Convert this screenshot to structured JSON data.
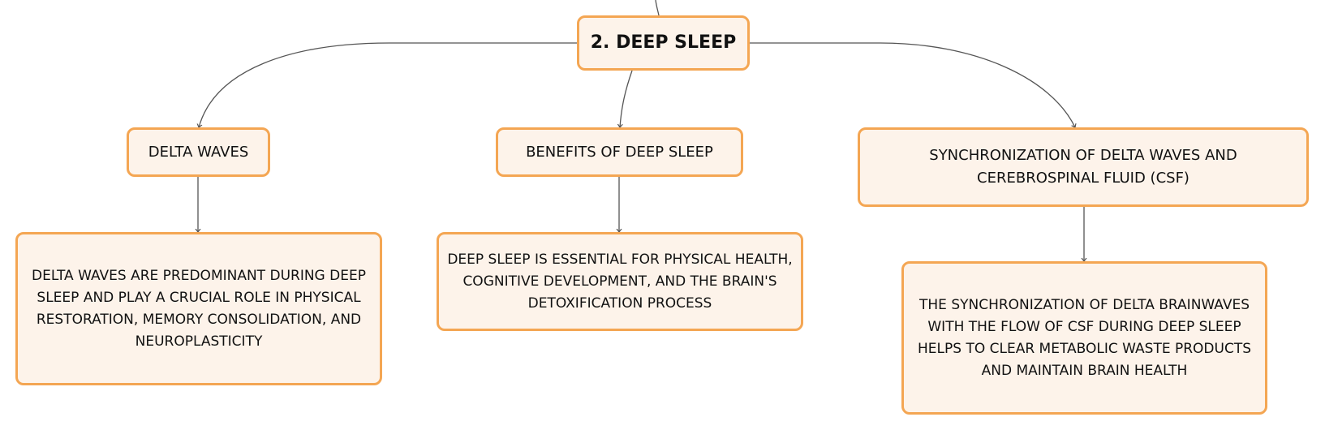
{
  "diagram": {
    "root": {
      "label": "2. DEEP SLEEP"
    },
    "branches": [
      {
        "title": "DELTA WAVES",
        "description": "DELTA WAVES ARE PREDOMINANT DURING DEEP SLEEP AND PLAY A CRUCIAL ROLE IN PHYSICAL RESTORATION, MEMORY CONSOLIDATION, AND NEUROPLASTICITY"
      },
      {
        "title": "BENEFITS OF DEEP SLEEP",
        "description": "DEEP SLEEP IS ESSENTIAL FOR PHYSICAL HEALTH, COGNITIVE DEVELOPMENT, AND THE BRAIN'S DETOXIFICATION PROCESS"
      },
      {
        "title": "SYNCHRONIZATION OF DELTA WAVES AND CEREBROSPINAL FLUID (CSF)",
        "description": "THE SYNCHRONIZATION OF DELTA BRAINWAVES WITH THE FLOW OF CSF DURING DEEP SLEEP HELPS TO CLEAR METABOLIC WASTE PRODUCTS AND MAINTAIN BRAIN HEALTH"
      }
    ]
  },
  "style": {
    "node_fill": "#fdf3ea",
    "node_border": "#f4a653",
    "connector": "#555555",
    "text": "#111111"
  }
}
